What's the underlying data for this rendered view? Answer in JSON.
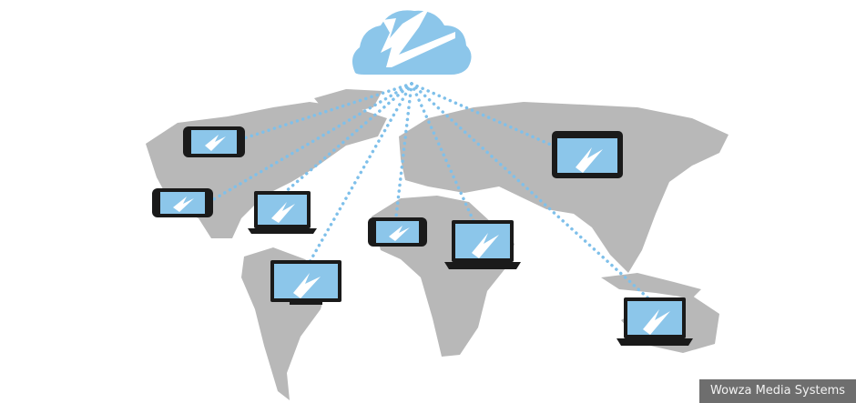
{
  "caption": "Wowza Media Systems",
  "colors": {
    "map": "#b5b5b5",
    "accent": "#8cc6ea",
    "device": "#1a1a1a",
    "caption_bg": "#6e6e6e"
  },
  "logo_icon": "wowza-cloud-icon",
  "devices": [
    {
      "type": "phone"
    },
    {
      "type": "phone"
    },
    {
      "type": "laptop"
    },
    {
      "type": "monitor"
    },
    {
      "type": "phone"
    },
    {
      "type": "laptop"
    },
    {
      "type": "tablet"
    },
    {
      "type": "laptop"
    }
  ]
}
